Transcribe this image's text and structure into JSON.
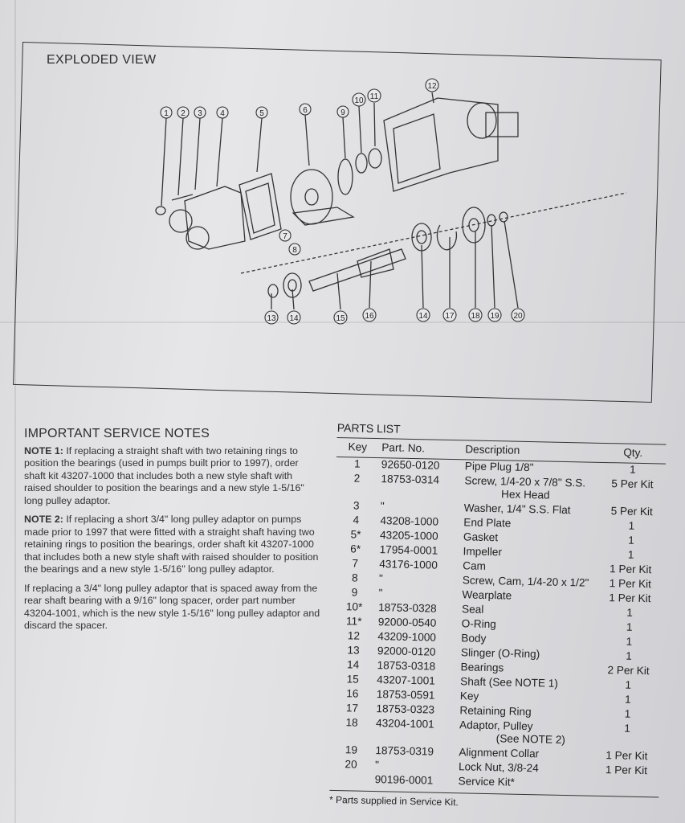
{
  "exploded_view": {
    "title": "EXPLODED VIEW",
    "callouts": [
      "1",
      "2",
      "3",
      "4",
      "5",
      "6",
      "7",
      "8",
      "9",
      "10",
      "11",
      "12",
      "13",
      "14",
      "15",
      "16",
      "14",
      "17",
      "18",
      "19",
      "20"
    ]
  },
  "notes": {
    "title": "IMPORTANT SERVICE NOTES",
    "note1_label": "NOTE 1:",
    "note1_text": " If replacing a straight shaft with two retaining rings to position the bearings (used in pumps built prior to 1997), order shaft kit 43207-1000 that includes both a new style shaft with raised shoulder to position the bearings and a new style 1-5/16\" long pulley adaptor.",
    "note2_label": "NOTE 2:",
    "note2_text": " If replacing a short 3/4\" long pulley adaptor on pumps made prior to 1997 that were fitted with a straight shaft having two retaining rings to position the bearings, order shaft kit 43207-1000 that includes both a new style shaft with raised shoulder to position the bearings and a new style 1-5/16\" long pulley adaptor.",
    "note3_text": "If replacing a 3/4\" long pulley adaptor that is spaced away from the rear shaft bearing with a 9/16\" long spacer, order part number 43204-1001, which is the new style 1-5/16\" long pulley adaptor and discard the spacer."
  },
  "parts_list": {
    "title": "PARTS LIST",
    "headers": {
      "key": "Key",
      "part": "Part. No.",
      "desc": "Description",
      "qty": "Qty."
    },
    "rows": [
      {
        "key": "1",
        "part": "92650-0120",
        "desc": "Pipe Plug 1/8\"",
        "qty": "1"
      },
      {
        "key": "2",
        "part": "18753-0314",
        "desc": "Screw, 1/4-20 x 7/8\" S.S.",
        "desc2": "Hex Head",
        "qty": "5 Per Kit"
      },
      {
        "key": "3",
        "part": "\"",
        "desc": "Washer, 1/4\" S.S. Flat",
        "qty": "5 Per Kit"
      },
      {
        "key": "4",
        "part": "43208-1000",
        "desc": "End Plate",
        "qty": "1"
      },
      {
        "key": "5*",
        "part": "43205-1000",
        "desc": "Gasket",
        "qty": "1"
      },
      {
        "key": "6*",
        "part": "17954-0001",
        "desc": "Impeller",
        "qty": "1"
      },
      {
        "key": "7",
        "part": "43176-1000",
        "desc": "Cam",
        "qty": "1 Per Kit"
      },
      {
        "key": "8",
        "part": "\"",
        "desc": "Screw, Cam, 1/4-20 x 1/2\"",
        "qty": "1 Per Kit"
      },
      {
        "key": "9",
        "part": "\"",
        "desc": "Wearplate",
        "qty": "1 Per Kit"
      },
      {
        "key": "10*",
        "part": "18753-0328",
        "desc": "Seal",
        "qty": "1"
      },
      {
        "key": "11*",
        "part": "92000-0540",
        "desc": "O-Ring",
        "qty": "1"
      },
      {
        "key": "12",
        "part": "43209-1000",
        "desc": "Body",
        "qty": "1"
      },
      {
        "key": "13",
        "part": "92000-0120",
        "desc": "Slinger (O-Ring)",
        "qty": "1"
      },
      {
        "key": "14",
        "part": "18753-0318",
        "desc": "Bearings",
        "qty": "2 Per Kit"
      },
      {
        "key": "15",
        "part": "43207-1001",
        "desc": "Shaft (See NOTE 1)",
        "qty": "1"
      },
      {
        "key": "16",
        "part": "18753-0591",
        "desc": "Key",
        "qty": "1"
      },
      {
        "key": "17",
        "part": "18753-0323",
        "desc": "Retaining Ring",
        "qty": "1"
      },
      {
        "key": "18",
        "part": "43204-1001",
        "desc": "Adaptor, Pulley",
        "desc2": "(See NOTE 2)",
        "qty": "1"
      },
      {
        "key": "19",
        "part": "18753-0319",
        "desc": "Alignment Collar",
        "qty": "1 Per Kit"
      },
      {
        "key": "20",
        "part": "\"",
        "desc": "Lock Nut, 3/8-24",
        "qty": "1 Per Kit"
      },
      {
        "key": "",
        "part": "90196-0001",
        "desc": "Service Kit*",
        "qty": ""
      }
    ],
    "footnote": "* Parts supplied in Service Kit."
  }
}
